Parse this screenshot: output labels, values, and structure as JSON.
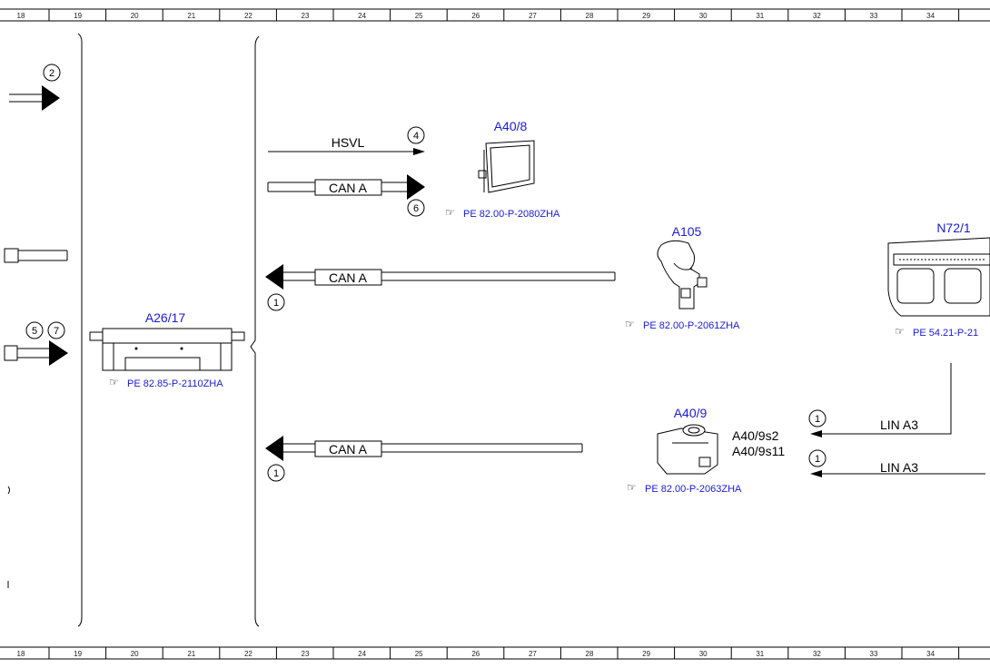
{
  "ruler": {
    "numbers": [
      "18",
      "19",
      "20",
      "21",
      "22",
      "23",
      "24",
      "25",
      "26",
      "27",
      "28",
      "29",
      "30",
      "31",
      "32",
      "33",
      "34"
    ]
  },
  "components": {
    "a26_17": {
      "label": "A26/17",
      "ref": "PE 82.85-P-2110ZHA"
    },
    "a40_8": {
      "label": "A40/8",
      "ref": "PE 82.00-P-2080ZHA"
    },
    "a105": {
      "label": "A105",
      "ref": "PE 82.00-P-2061ZHA"
    },
    "n72_1": {
      "label": "N72/1",
      "ref": "PE 54.21-P-21"
    },
    "a40_9": {
      "label": "A40/9",
      "ref": "PE 82.00-P-2063ZHA",
      "sub1": "A40/9s2",
      "sub2": "A40/9s11"
    }
  },
  "connections": {
    "hsvl": "HSVL",
    "can_a_1": "CAN A",
    "can_a_2": "CAN A",
    "can_a_3": "CAN A",
    "lin_a3_1": "LIN A3",
    "lin_a3_2": "LIN A3"
  },
  "markers": {
    "m2": "2",
    "m4": "4",
    "m6": "6",
    "m5": "5",
    "m7": "7",
    "m1a": "1",
    "m1b": "1",
    "m1c": "1",
    "m1d": "1"
  },
  "icons": {
    "reference": "pointing-hand-icon"
  }
}
